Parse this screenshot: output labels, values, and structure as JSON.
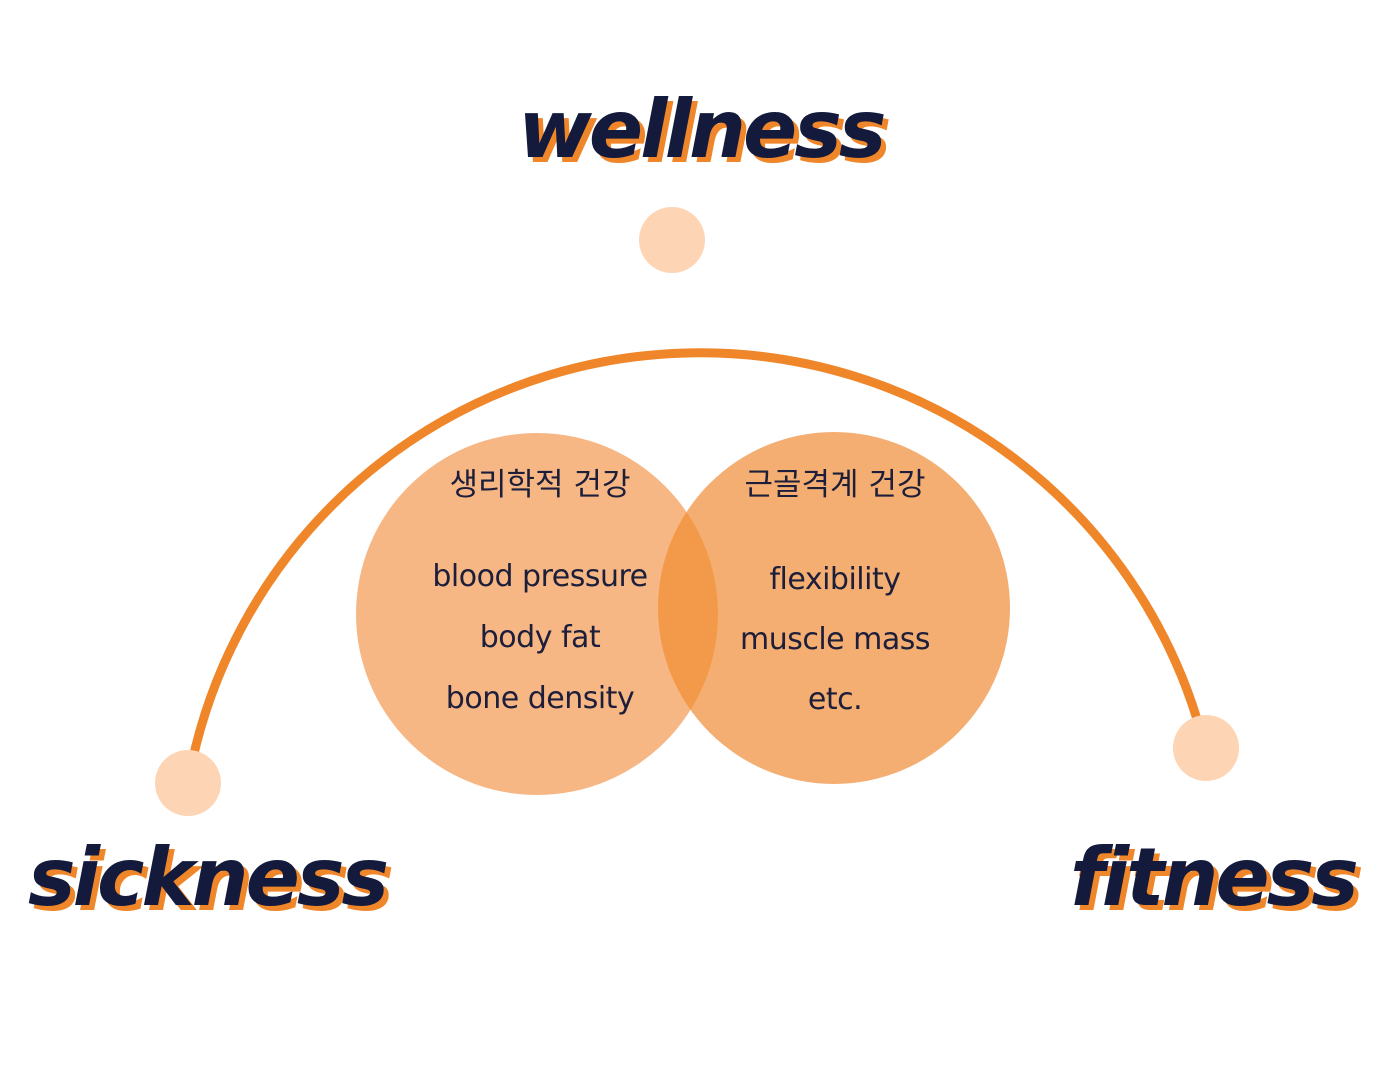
{
  "poles": {
    "top": "wellness",
    "left": "sickness",
    "right": "fitness"
  },
  "circles": {
    "left": {
      "title": "생리학적 건강",
      "items": [
        "blood pressure",
        "body fat",
        "bone density"
      ]
    },
    "right": {
      "title": "근골격계 건강",
      "items": [
        "flexibility",
        "muscle mass",
        "etc."
      ]
    }
  },
  "colors": {
    "arc": "#f0862a",
    "node": "#fdd4b4",
    "circle_left": "#f7b785",
    "circle_right": "#f5ae72",
    "overlap": "#f39a4a",
    "label_text": "#141a3c",
    "label_shadow": "#f0862a"
  }
}
